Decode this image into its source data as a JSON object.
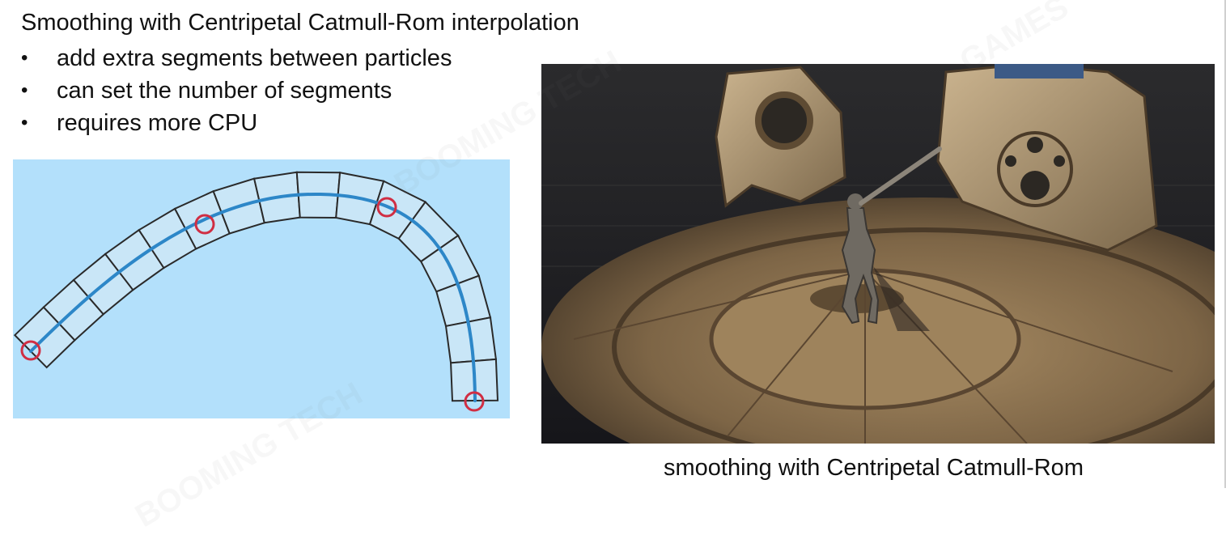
{
  "slide": {
    "title": "Smoothing with Centripetal  Catmull-Rom interpolation",
    "bullet_symbol": "•",
    "bullets": [
      "add extra segments between particles",
      "can set the number of segments",
      "requires more CPU"
    ],
    "caption": "smoothing with Centripetal Catmull-Rom",
    "watermark_text": "BOOMING TECH",
    "watermark_word": "GAMES"
  },
  "colors": {
    "diagram_background": "#b3e0fb",
    "segment_fill": "#c9e6f7",
    "segment_stroke": "#2a2a2a",
    "curve": "#2d87c8",
    "control_point": "#d02e43"
  },
  "diagram": {
    "description_icons": [
      "control-point-circle",
      "segment-box",
      "spline-curve"
    ],
    "segment_count": 16,
    "control_point_count": 4
  },
  "render_image": {
    "icons": [
      "stone-pillar-left",
      "stone-pillar-right",
      "circular-arena-floor",
      "character-with-sword"
    ]
  }
}
